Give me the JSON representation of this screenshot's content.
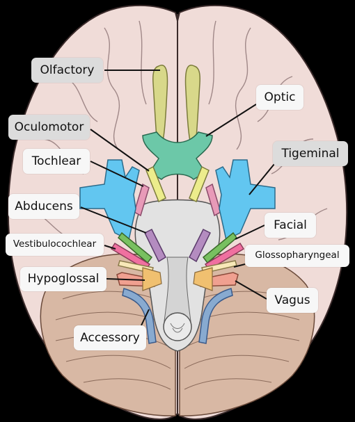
{
  "diagram": {
    "labels": {
      "olfactory": "Olfactory",
      "optic": "Optic",
      "oculomotor": "Oculomotor",
      "trochlear": "Tochlear",
      "trigeminal": "Tigeminal",
      "abducens": "Abducens",
      "facial": "Facial",
      "vestibulocochlear": "Vestibulocochlear",
      "glossopharyngeal": "Glossopharyngeal",
      "hypoglossal": "Hypoglossal",
      "vagus": "Vagus",
      "accessory": "Accessory"
    },
    "colors": {
      "background": "#000000",
      "brain": "#f0dcd8",
      "brain_outline": "#3a2a2a",
      "cerebellum": "#d8b8a4",
      "brainstem": "#e2e2e2",
      "olfactory": "#d8d88a",
      "optic": "#6cc8a8",
      "oculomotor": "#ecec8c",
      "trochlear": "#e89ab8",
      "trigeminal": "#62c6f0",
      "abducens": "#b48cc0",
      "facial": "#78c060",
      "vestibulocochlear": "#f070a0",
      "glossopharyngeal": "#f8e8b8",
      "hypoglossal": "#f0a090",
      "vagus": "#f0a070",
      "accessory": "#88aad0",
      "label_box": "#f7f7f7",
      "label_box_highlight": "#dcdcdc"
    }
  }
}
